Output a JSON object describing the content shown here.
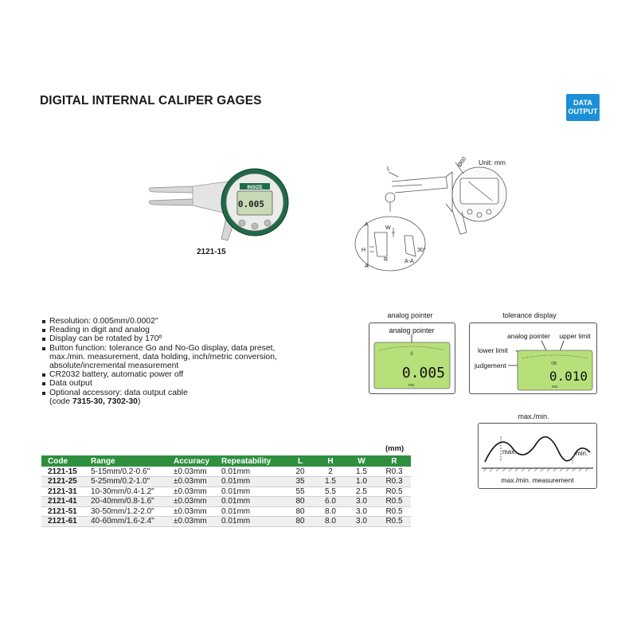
{
  "title": "DIGITAL INTERNAL CALIPER GAGES",
  "badge": {
    "line1": "DATA",
    "line2": "OUTPUT"
  },
  "product": {
    "model": "2121-15",
    "brand_mark": "INSIZE",
    "display_value": "0.005"
  },
  "drawing": {
    "unit": "Unit: mm",
    "labels": {
      "L": "L",
      "dia": "Ø60",
      "A_top": "A",
      "A_bottom": "A",
      "W": "W",
      "H": "H",
      "R": "R",
      "section": "A-A",
      "angle": "30°"
    }
  },
  "features": {
    "items": [
      "Resolution: 0.005mm/0.0002\"",
      "Reading in digit and analog",
      "Display can be rotated by 170º",
      "Button function: tolerance Go and No-Go display, data preset,",
      "CR2032 battery, automatic power off",
      "Data output",
      "Optional accessory: data output cable"
    ],
    "continuations": [
      "max./min. measurement, data holding, inch/metric conversion,",
      "absolute/incremental measurement"
    ],
    "accessory_prefix": "(code ",
    "accessory_codes": "7315-30, 7302-30",
    "accessory_suffix": ")"
  },
  "analog_panel": {
    "title": "analog pointer",
    "label": "analog pointer",
    "display_value": "0.005",
    "zero": "0",
    "unit_small": "INC"
  },
  "tolerance_panel": {
    "title": "tolerance display",
    "analog_pointer": "analog pointer",
    "upper_limit": "upper limit",
    "lower_limit": "lower limit",
    "judgement": "judgement",
    "display_value": "0.010",
    "ok": "OK",
    "unit_small": "INC"
  },
  "maxmin_panel": {
    "title": "max./min.",
    "max": "max.",
    "min": "min.",
    "caption": "max./min. measurement"
  },
  "spec_table": {
    "unit": "(mm)",
    "headers": [
      "Code",
      "Range",
      "Accuracy",
      "Repeatability",
      "L",
      "H",
      "W",
      "R"
    ],
    "rows": [
      [
        "2121-15",
        "5-15mm/0.2-0.6\"",
        "±0.03mm",
        "0.01mm",
        "20",
        "2",
        "1.5",
        "R0.3"
      ],
      [
        "2121-25",
        "5-25mm/0.2-1.0\"",
        "±0.03mm",
        "0.01mm",
        "35",
        "1.5",
        "1.0",
        "R0.3"
      ],
      [
        "2121-31",
        "10-30mm/0.4-1.2\"",
        "±0.03mm",
        "0.01mm",
        "55",
        "5.5",
        "2.5",
        "R0.5"
      ],
      [
        "2121-41",
        "20-40mm/0.8-1.6\"",
        "±0.03mm",
        "0.01mm",
        "80",
        "6.0",
        "3.0",
        "R0.5"
      ],
      [
        "2121-51",
        "30-50mm/1.2-2.0\"",
        "±0.03mm",
        "0.01mm",
        "80",
        "8.0",
        "3.0",
        "R0.5"
      ],
      [
        "2121-61",
        "40-60mm/1.6-2.4\"",
        "±0.03mm",
        "0.01mm",
        "80",
        "8.0",
        "3.0",
        "R0.5"
      ]
    ]
  },
  "colors": {
    "header_green": "#2f8f3f",
    "badge_blue": "#1d8fd6",
    "lcd_green": "#b8e07a"
  }
}
